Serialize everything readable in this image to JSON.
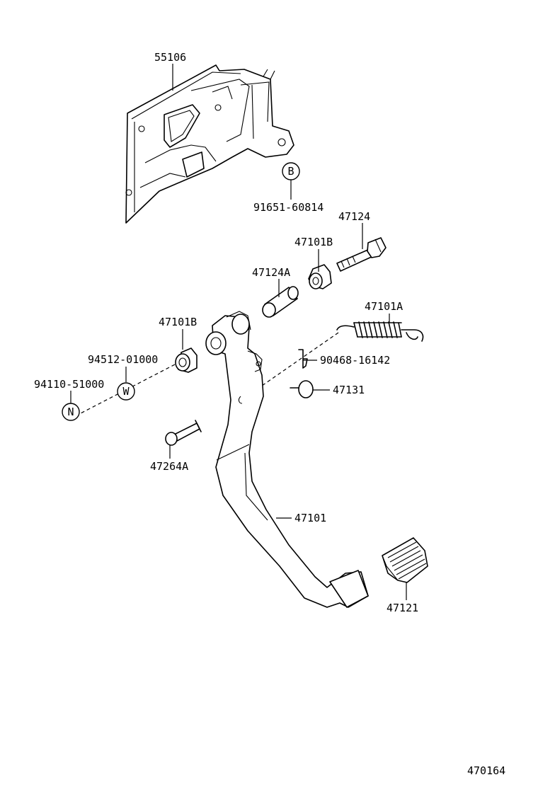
{
  "diagram_code": "470164",
  "symbols": {
    "b": "B",
    "w": "W",
    "n": "N"
  },
  "parts": {
    "p55106": "55106",
    "p91651": "91651-60814",
    "p47124": "47124",
    "p47101B_upper": "47101B",
    "p47124A": "47124A",
    "p47101A": "47101A",
    "p47101B_lower": "47101B",
    "p94512": "94512-01000",
    "p90468": "90468-16142",
    "p94110": "94110-51000",
    "p47131": "47131",
    "p47264A": "47264A",
    "p47101": "47101",
    "p47121": "47121"
  }
}
